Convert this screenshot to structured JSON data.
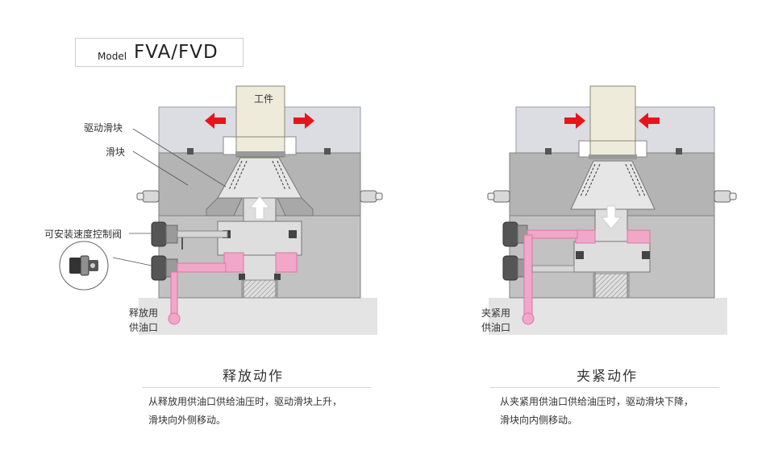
{
  "model": {
    "prefix": "Model",
    "name": "FVA/FVD"
  },
  "labels": {
    "workpiece": "工件",
    "driving_slider": "驱动滑块",
    "slider": "滑块",
    "speed_valve": "可安装速度控制阀",
    "release_port": [
      "释放用",
      "供油口"
    ],
    "clamp_port": [
      "夹紧用",
      "供油口"
    ]
  },
  "release": {
    "title": "释放动作",
    "desc": [
      "从释放用供油口供给油压时，驱动滑块上升，",
      "滑块向外侧移动。"
    ]
  },
  "clamp": {
    "title": "夹紧动作",
    "desc": [
      "从夹紧用供油口供给油压时，驱动滑块下降，",
      "滑块向内侧移动。"
    ]
  },
  "colors": {
    "oil": "#f2a6c8",
    "oil_stroke": "#d978a6",
    "arrow": "#e8141c",
    "top_block": "#dcdce3",
    "body": "#b4b4b4",
    "work": "#eeebdb"
  },
  "icons": [
    "arrow-left-icon",
    "arrow-right-icon",
    "arrow-up-icon",
    "arrow-down-icon",
    "speed-control-valve-icon"
  ]
}
